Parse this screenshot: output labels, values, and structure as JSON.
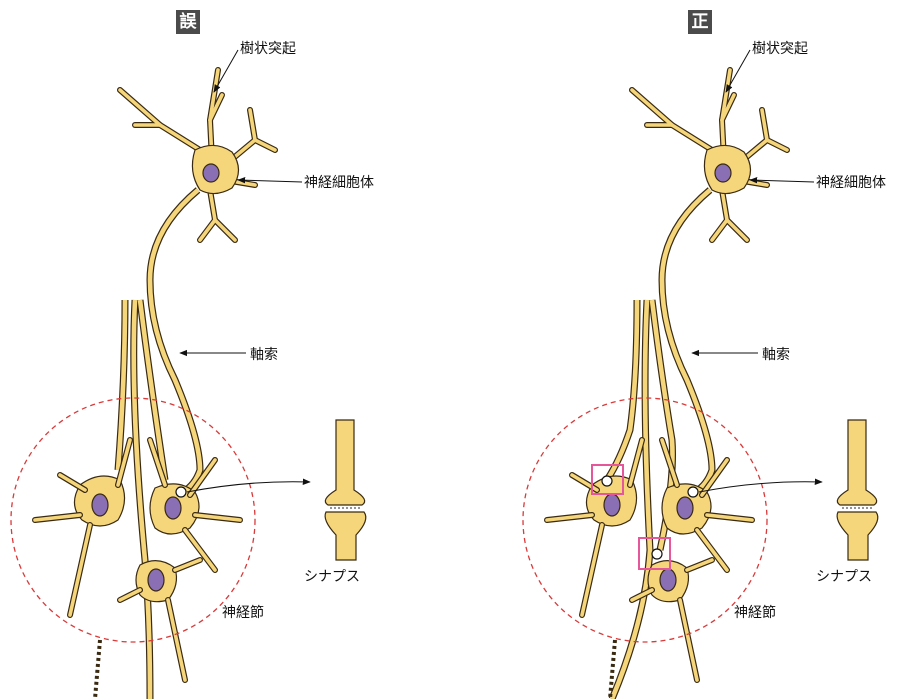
{
  "colors": {
    "neuron_fill": "#f6d67a",
    "neuron_stroke": "#3a2a12",
    "nucleus": "#8a6fb5",
    "ganglion_circle": "#d93a3a",
    "highlight_box": "#e5569a"
  },
  "panels": [
    {
      "badge": "誤",
      "labels": {
        "dendrite": "樹状突起",
        "cell_body": "神経細胞体",
        "axon": "軸索",
        "synapse": "シナプス",
        "ganglion": "神経節"
      }
    },
    {
      "badge": "正",
      "labels": {
        "dendrite": "樹状突起",
        "cell_body": "神経細胞体",
        "axon": "軸索",
        "synapse": "シナプス",
        "ganglion": "神経節"
      }
    }
  ]
}
